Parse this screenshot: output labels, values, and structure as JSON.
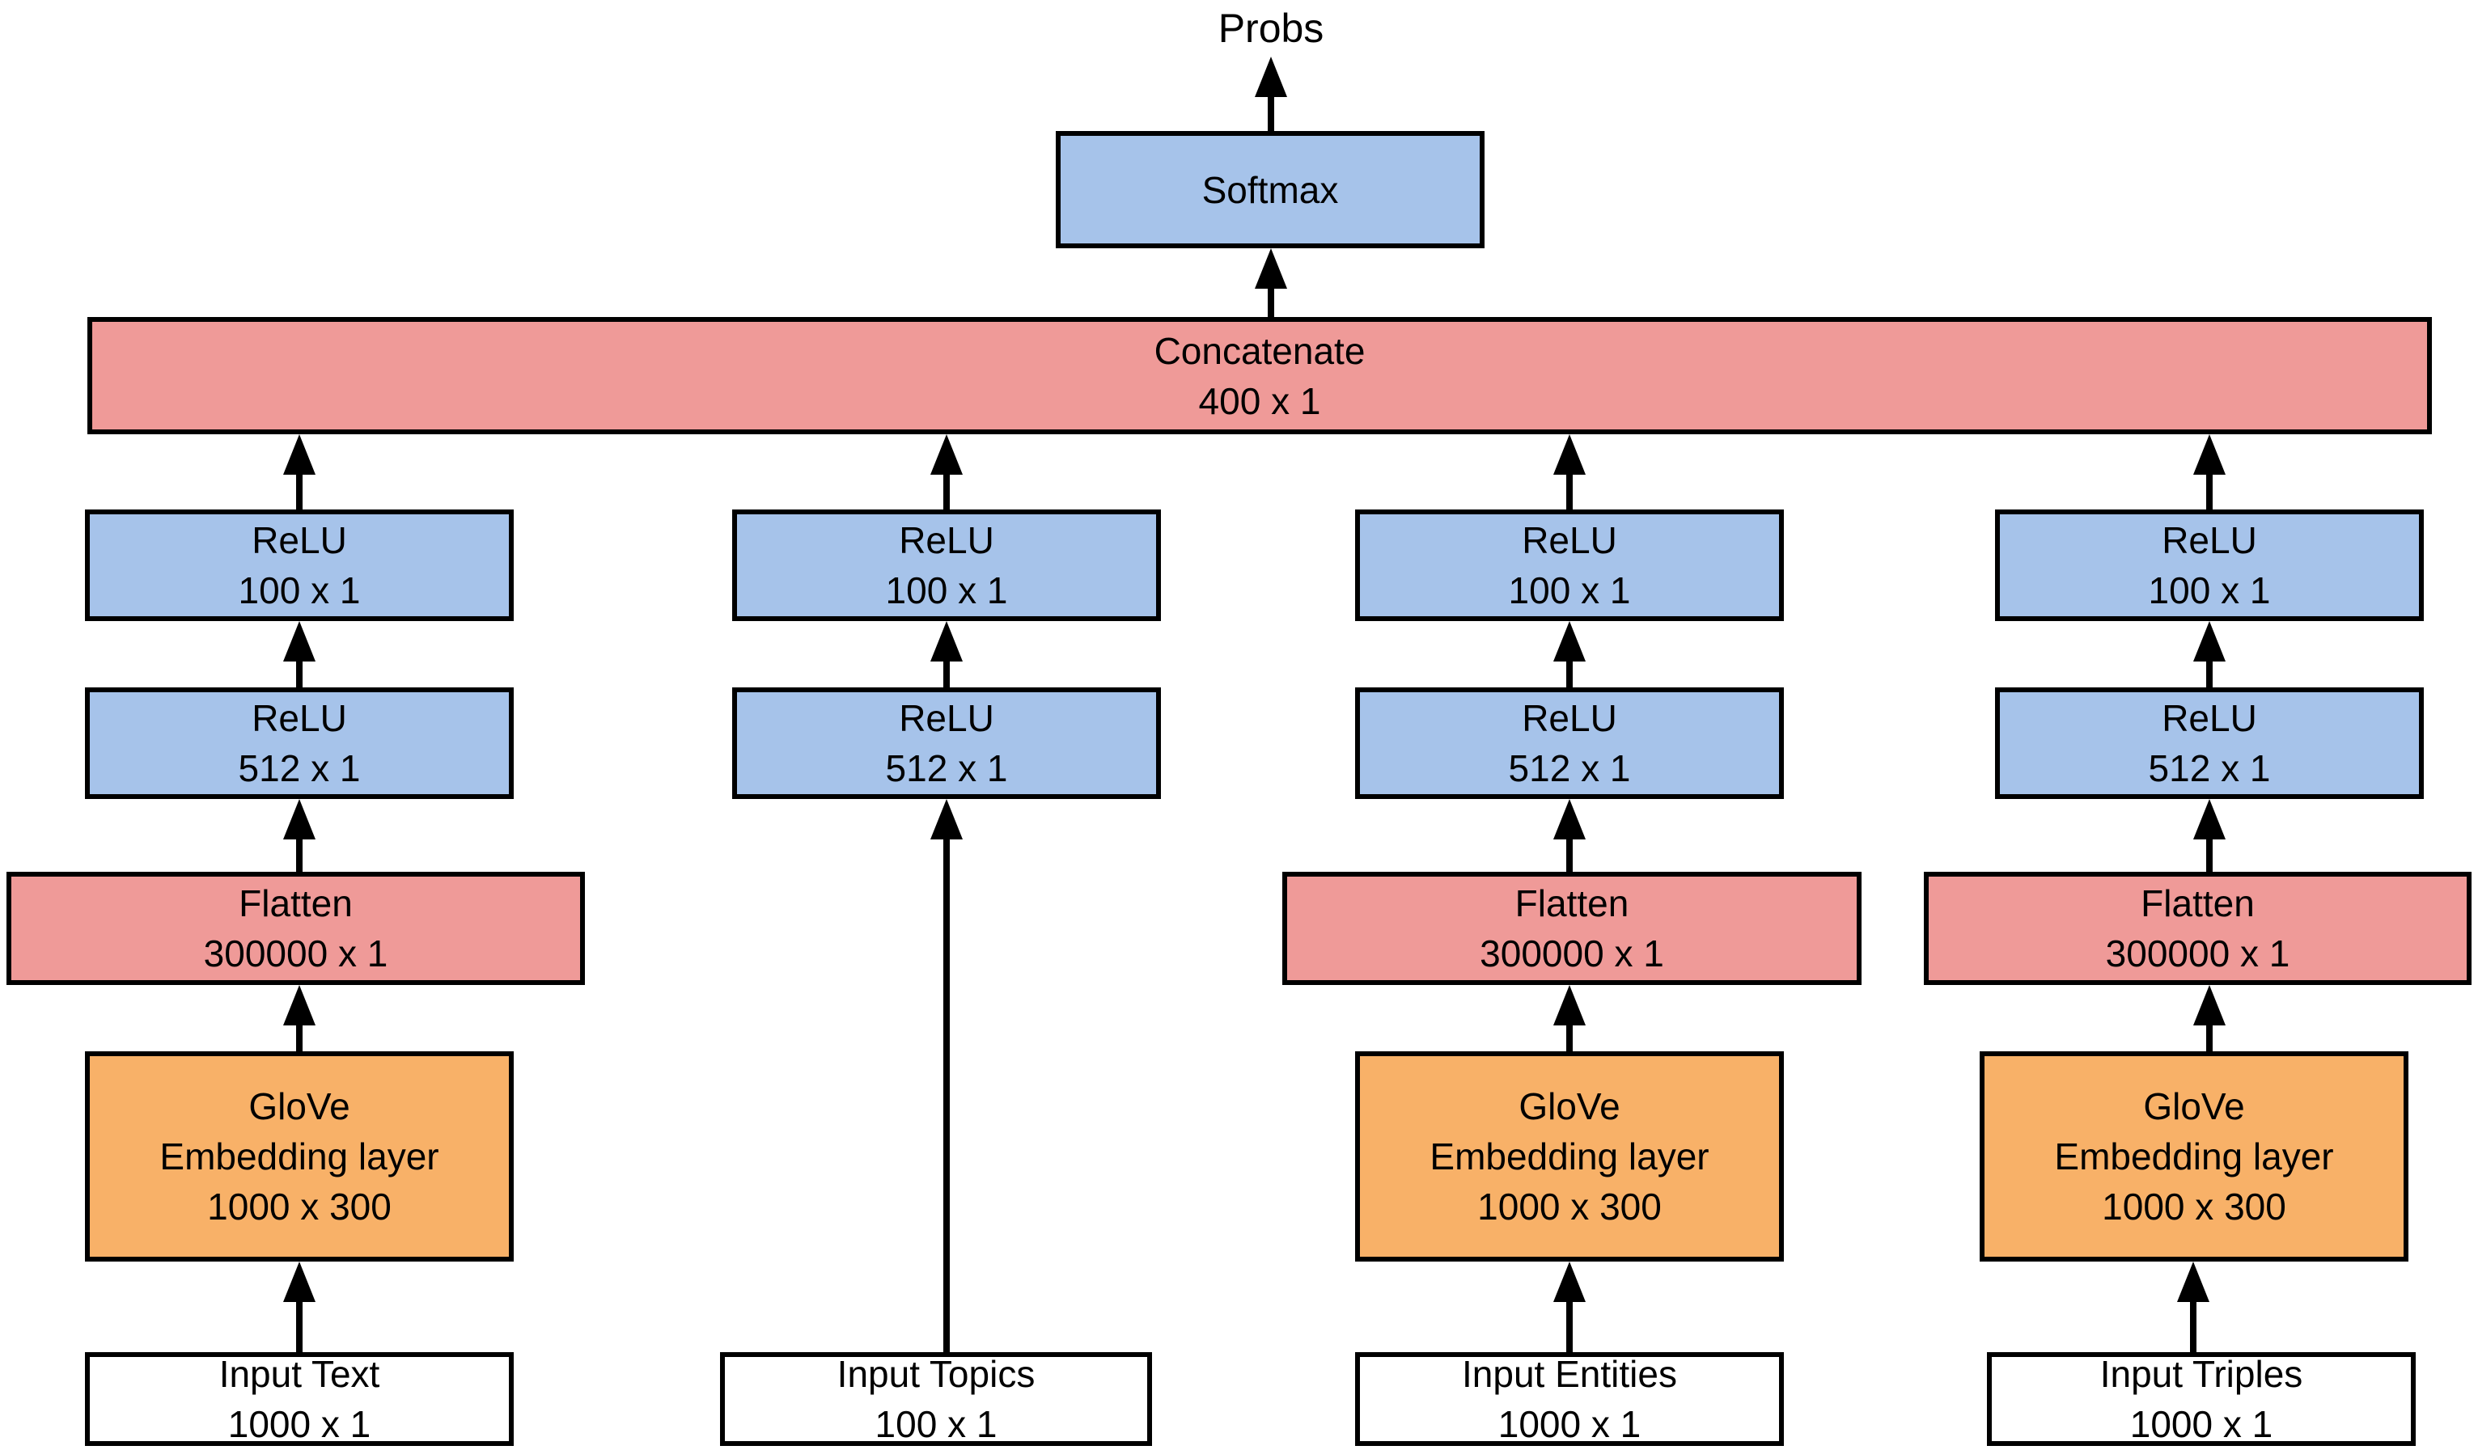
{
  "diagram_title": "Neural network architecture diagram",
  "colors": {
    "box_blue": "#a6c3ea",
    "box_red": "#ef9a98",
    "box_orange": "#f8b168",
    "box_white": "#ffffff",
    "line_black": "#000000"
  },
  "output": {
    "label": "Probs"
  },
  "softmax": {
    "line1": "Softmax"
  },
  "concatenate": {
    "line1": "Concatenate",
    "line2": "400 x 1"
  },
  "columns": [
    {
      "boxes": {
        "relu100": {
          "line1": "ReLU",
          "line2": "100 x 1"
        },
        "relu512": {
          "line1": "ReLU",
          "line2": "512 x 1"
        },
        "flatten": {
          "line1": "Flatten",
          "line2": "300000 x 1"
        },
        "glove": {
          "line1": "GloVe",
          "line2": "Embedding layer",
          "line3": "1000 x 300"
        },
        "input": {
          "line1": "Input Text",
          "line2": "1000 x 1"
        }
      }
    },
    {
      "boxes": {
        "relu100": {
          "line1": "ReLU",
          "line2": "100 x 1"
        },
        "relu512": {
          "line1": "ReLU",
          "line2": "512 x 1"
        },
        "input": {
          "line1": "Input Topics",
          "line2": "100 x 1"
        }
      }
    },
    {
      "boxes": {
        "relu100": {
          "line1": "ReLU",
          "line2": "100 x 1"
        },
        "relu512": {
          "line1": "ReLU",
          "line2": "512 x 1"
        },
        "flatten": {
          "line1": "Flatten",
          "line2": "300000 x 1"
        },
        "glove": {
          "line1": "GloVe",
          "line2": "Embedding layer",
          "line3": "1000 x 300"
        },
        "input": {
          "line1": "Input Entities",
          "line2": "1000 x 1"
        }
      }
    },
    {
      "boxes": {
        "relu100": {
          "line1": "ReLU",
          "line2": "100 x 1"
        },
        "relu512": {
          "line1": "ReLU",
          "line2": "512 x 1"
        },
        "flatten": {
          "line1": "Flatten",
          "line2": "300000 x 1"
        },
        "glove": {
          "line1": "GloVe",
          "line2": "Embedding layer",
          "line3": "1000 x 300"
        },
        "input": {
          "line1": "Input Triples",
          "line2": "1000 x 1"
        }
      }
    }
  ]
}
